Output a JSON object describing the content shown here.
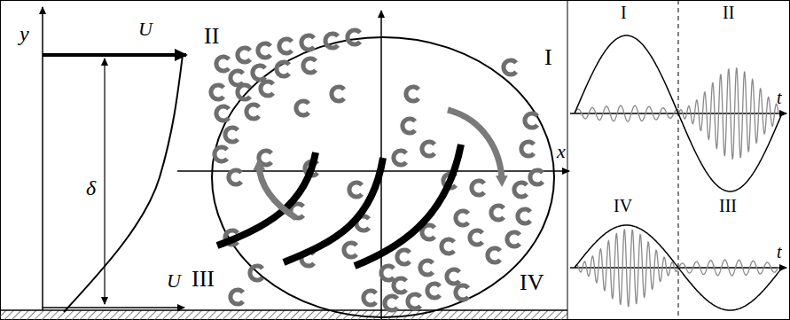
{
  "diagram": {
    "labels": [
      "y",
      "U",
      "II",
      "I",
      "x",
      "δ",
      "III",
      "U",
      "IV",
      "I",
      "II",
      "t",
      "IV",
      "III",
      "t"
    ]
  }
}
